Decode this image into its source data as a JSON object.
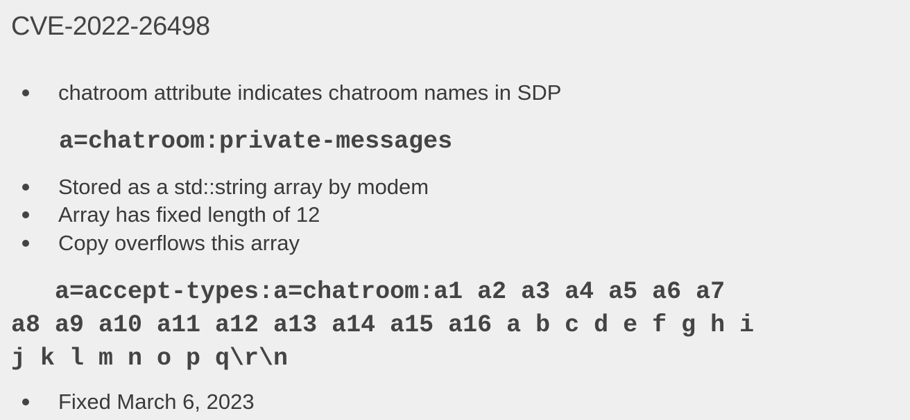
{
  "slide": {
    "title": "CVE-2022-26498",
    "bullets_group1": [
      "chatroom attribute indicates chatroom names in SDP"
    ],
    "code1": "a=chatroom:private-messages",
    "bullets_group2": [
      "Stored as a std::string array by modem",
      "Array has fixed length of 12",
      "Copy overflows this array"
    ],
    "code2_lines": [
      "   a=accept-types:a=chatroom:a1 a2 a3 a4 a5 a6 a7",
      "a8 a9 a10 a11 a12 a13 a14 a15 a16 a b c d e f g h i",
      "j k l m n o p q\\r\\n"
    ],
    "bullets_group3": [
      "Fixed March 6, 2023"
    ]
  }
}
